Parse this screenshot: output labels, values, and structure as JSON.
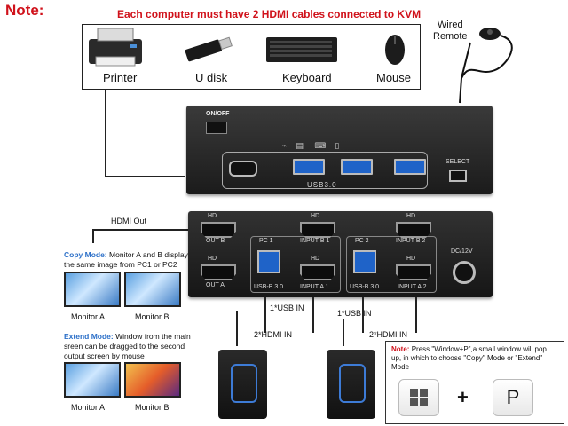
{
  "note": {
    "title": "Note:",
    "text": "Each computer must have 2 HDMI cables connected to KVM"
  },
  "devices": [
    {
      "label": "Printer",
      "icon": "printer-icon"
    },
    {
      "label": "U disk",
      "icon": "usb-drive-icon"
    },
    {
      "label": "Keyboard",
      "icon": "keyboard-icon"
    },
    {
      "label": "Mouse",
      "icon": "mouse-icon"
    }
  ],
  "remote": {
    "line1": "Wired",
    "line2": "Remote"
  },
  "front_panel": {
    "on_off": "ON/OFF",
    "usb_label": "USB3.0",
    "select": "SELECT"
  },
  "rear_panel": {
    "hd": "HD",
    "out_b": "OUT B",
    "out_a": "OUT A",
    "pc1": "PC 1",
    "pc2": "PC 2",
    "input_b1": "INPUT B 1",
    "input_a1": "INPUT A 1",
    "input_b2": "INPUT B 2",
    "input_a2": "INPUT A 2",
    "usb_b_1": "USB-B 3.0",
    "usb_b_2": "USB-B 3.0",
    "dc": "DC/12V"
  },
  "hdmi_out": "HDMI Out",
  "copy_mode": {
    "title": "Copy Mode:",
    "text": "Monitor A and B display the same image from PC1 or PC2",
    "monitor_a": "Monitor A",
    "monitor_b": "Monitor B"
  },
  "extend_mode": {
    "title": "Extend Mode:",
    "text": "Window from the main sreen can be dragged to the second output screen by mouse",
    "monitor_a": "Monitor A",
    "monitor_b": "Monitor B"
  },
  "cables": {
    "usb_in_1": "1*USB  IN",
    "hdmi_in_1": "2*HDMI IN",
    "usb_in_2": "1*USB  IN",
    "hdmi_in_2": "2*HDMI IN"
  },
  "shortcut_note": {
    "title": "Note:",
    "text": "Press \"Window+P\",a small window will pop up, in which to choose \"Copy\" Mode or \"Extend\" Mode",
    "plus": "+",
    "key_p": "P"
  },
  "colors": {
    "note_red": "#d0121b",
    "mode_blue": "#2b6fc8",
    "usb_blue": "#1f63c8"
  }
}
